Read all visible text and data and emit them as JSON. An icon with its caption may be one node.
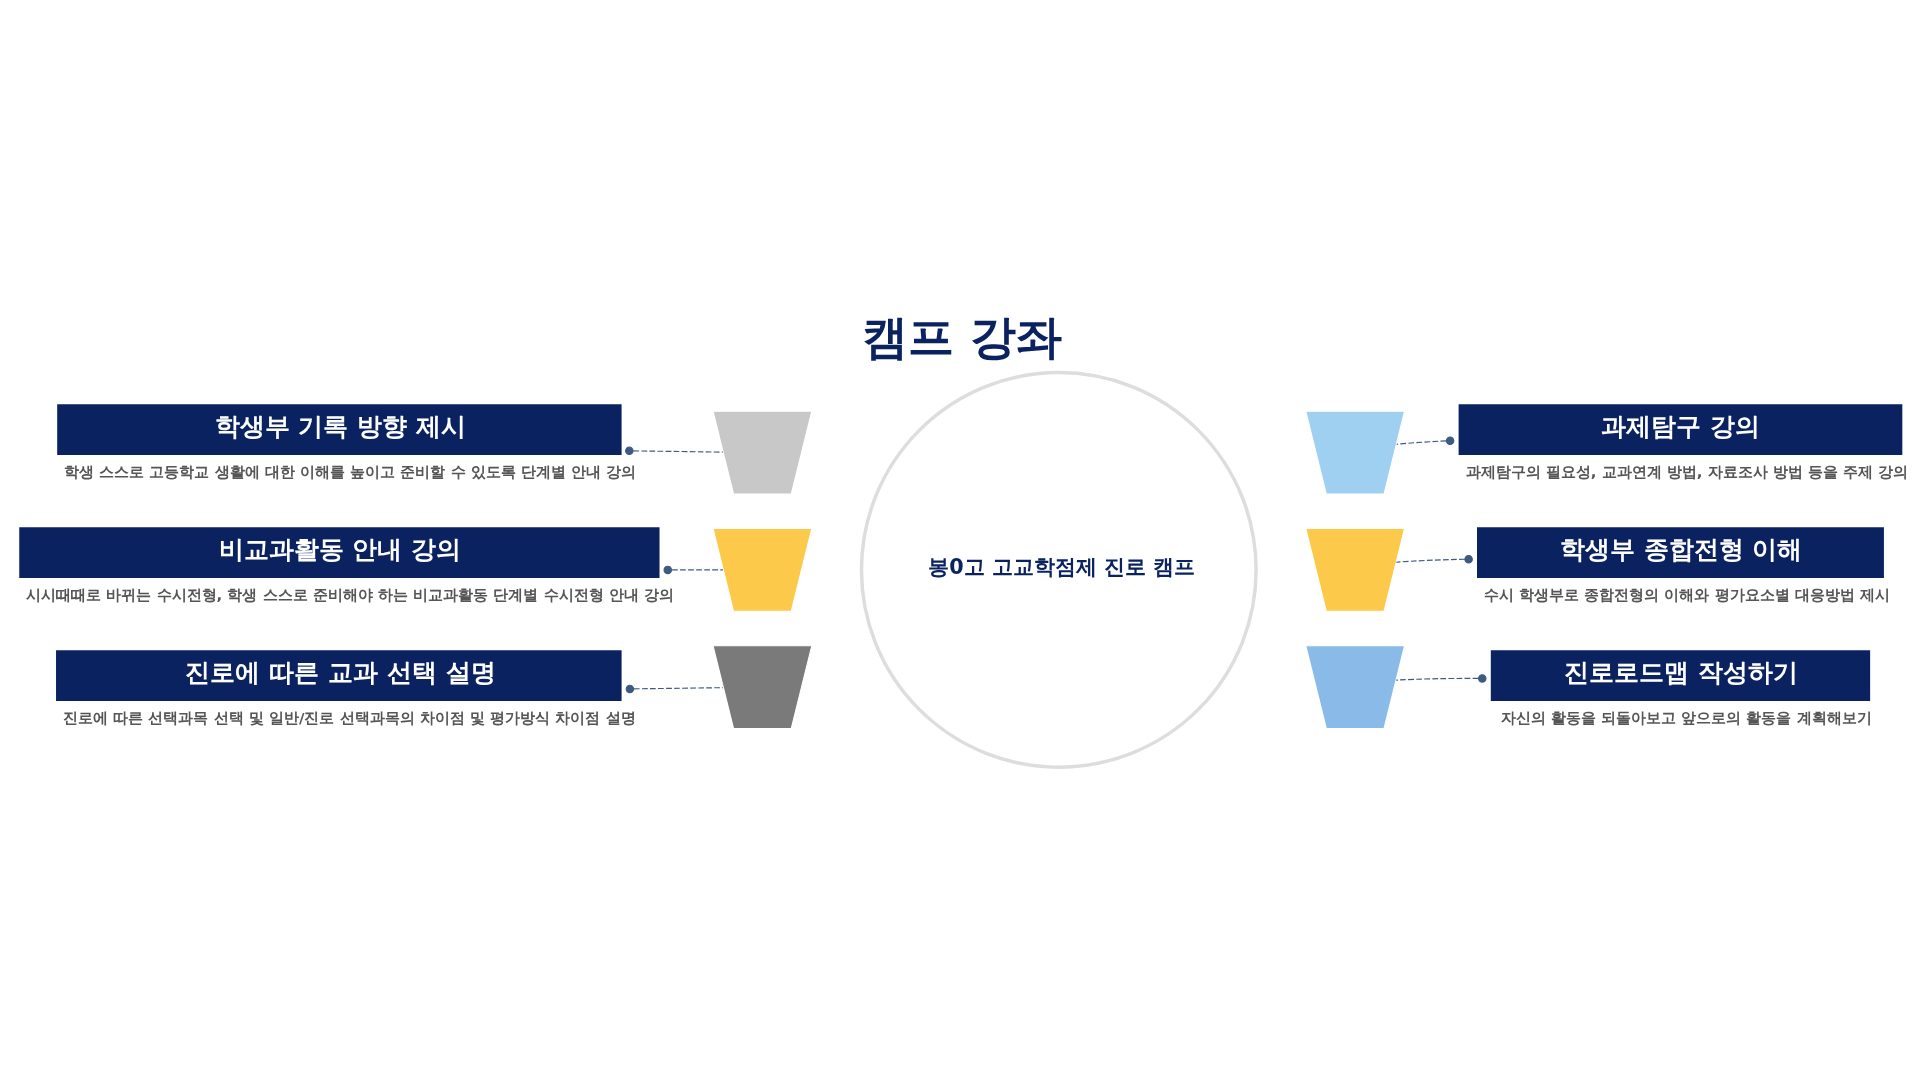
{
  "diagram": {
    "title": "캠프 강좌",
    "nodes": [
      {
        "text": [
          "봉0고 고교학점제 진로 캠프"
        ]
      },
      {
        "text": [
          "학생부 기록 방향 제시"
        ],
        "beside": [
          "학생 스스로 고등학교 생활에 대한 이해를 높이고 준비할 수 있도록 단계별 안내 강의"
        ]
      },
      {
        "text": [],
        "shape": "wedge"
      },
      {
        "text": [
          "과제탐구 강의"
        ],
        "beside": [
          "과제탐구의 필요성, 교과연계 방법, 자료조사 방법 등을 주제 강의"
        ]
      },
      {
        "text": [],
        "shape": "wedge"
      },
      {
        "text": [
          "비교과활동 안내 강의"
        ],
        "beside": [
          "시시때때로 바뀌는 수시전형, 학생 스스로 준비해야 하는 비교과활동 단계별 수시전형 안내 강의"
        ]
      },
      {
        "text": [],
        "shape": "wedge"
      },
      {
        "text": [
          "학생부 종합전형 이해"
        ],
        "beside": [
          "수시 학생부로 종합전형의 이해와 평가요소별 대응방법 제시"
        ]
      },
      {
        "text": [],
        "shape": "wedge"
      },
      {
        "text": [
          "진로에 따른 교과 선택 설명"
        ],
        "beside": [
          "진로에 따른 선택과목 선택 및 일반/진로 선택과목의 차이점 및 평가방식 차이점 설명"
        ]
      },
      {
        "text": [],
        "shape": "wedge"
      },
      {
        "text": [
          "진로로드맵 작성하기"
        ],
        "beside": [
          "자신의 활동을 되돌아보고 앞으로의 활동을 계획해보기"
        ]
      },
      {
        "text": [],
        "shape": "wedge"
      }
    ],
    "edges": [
      {
        "from": 1,
        "to": 2,
        "arrow": "other",
        "style": "dashed"
      },
      {
        "from": 3,
        "to": 4,
        "arrow": "other",
        "style": "dashed"
      },
      {
        "from": 5,
        "to": 6,
        "arrow": "other",
        "style": "dashed"
      },
      {
        "from": 7,
        "to": 8,
        "arrow": "other",
        "style": "dashed"
      },
      {
        "from": 9,
        "to": 10,
        "arrow": "other",
        "style": "dashed"
      },
      {
        "from": 11,
        "to": 12,
        "arrow": "other",
        "style": "dashed"
      }
    ]
  }
}
